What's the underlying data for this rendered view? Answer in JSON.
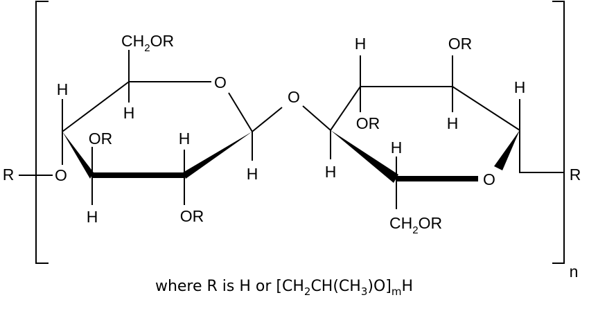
{
  "structure": {
    "end_group_left": "R",
    "end_group_right": "R",
    "repeat_subscript": "n",
    "ring1": {
      "ring_oxygen": "O",
      "link_oxygen": "O",
      "c4_h": "H",
      "c5_h": "H",
      "c5_substituent": {
        "a": "CH",
        "sub": "2",
        "b": "OR"
      },
      "c3_or": "OR",
      "c3_h": "H",
      "c2_h": "H",
      "c2_or": "OR",
      "c1_h": "H"
    },
    "glycosidic_oxygen": "O",
    "ring2": {
      "ring_oxygen": "O",
      "c4_h": "H",
      "c3_h": "H",
      "c3_or": "OR",
      "c2_or": "OR",
      "c2_h": "H",
      "c1_h": "H",
      "c5_h": "H",
      "c5_substituent": {
        "a": "CH",
        "sub": "2",
        "b": "OR"
      }
    }
  },
  "caption": {
    "p1": "where R is H or [CH",
    "s1": "2",
    "p2": "CH(CH",
    "s2": "3",
    "p3": ")O]",
    "s3": "m",
    "p4": "H"
  }
}
